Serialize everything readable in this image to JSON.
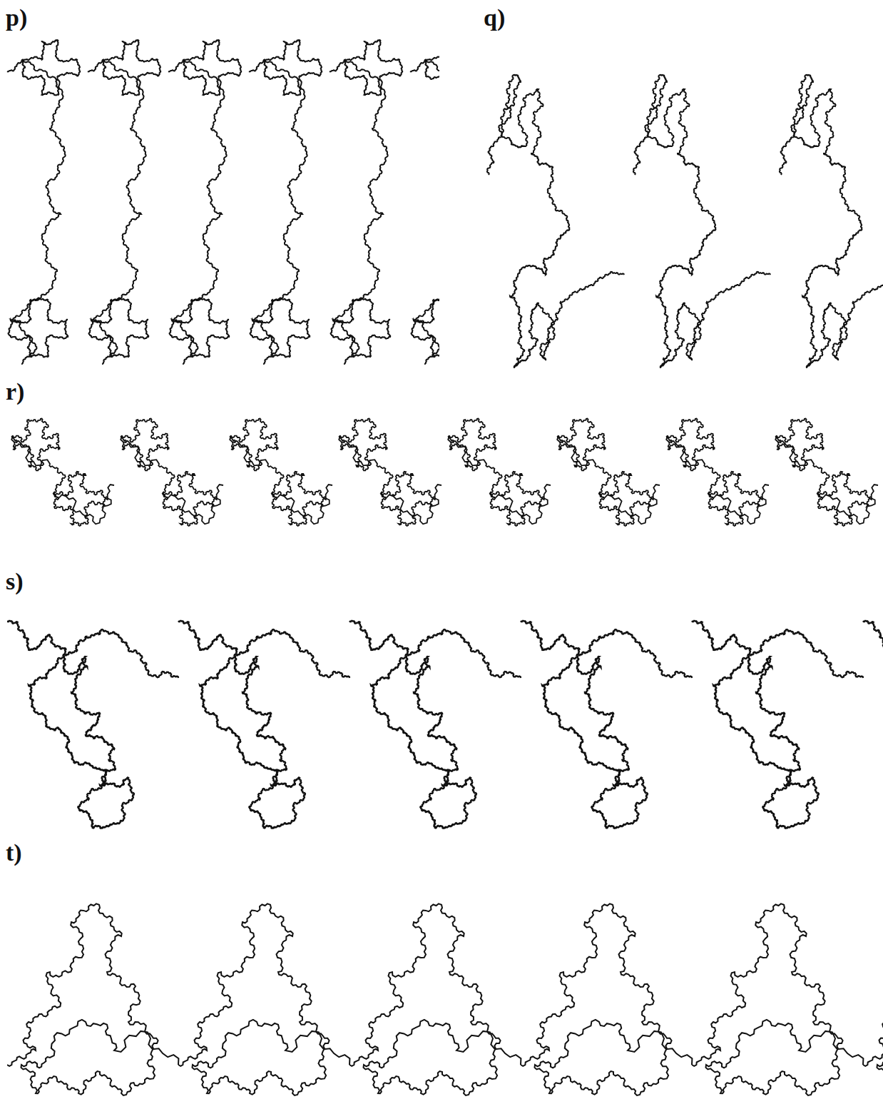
{
  "diagram": {
    "labels": [
      "p)",
      "q)",
      "r)",
      "s)",
      "t)"
    ]
  }
}
